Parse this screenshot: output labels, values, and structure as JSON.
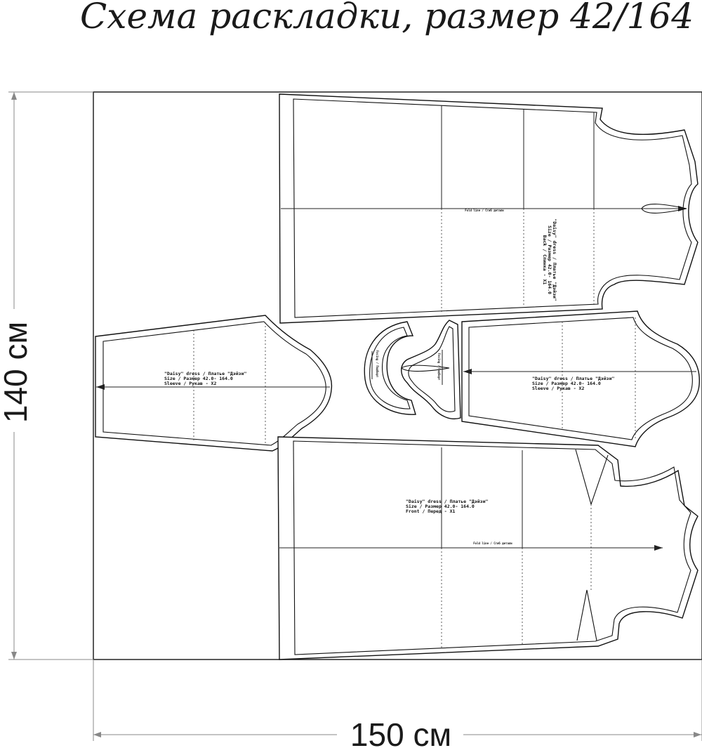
{
  "title": "Схема раскладки, размер 42/164",
  "dimensions": {
    "height_label": "140 см",
    "width_label": "150 см"
  },
  "pieces": {
    "back": {
      "label": [
        "\"Daisy\" dress / Платье \"Дэйзи\"",
        "Size / Размер  42.0- 164.0",
        "Back / Спинка - X1"
      ],
      "fold": "Fold line / Сгиб детали"
    },
    "sleeve_left": {
      "label": [
        "\"Daisy\" dress / Платье \"Дэйзи\"",
        "Size / Размер  42.0- 164.0",
        "Sleeve / Рукав - X2"
      ]
    },
    "sleeve_right": {
      "label": [
        "\"Daisy\" dress / Платье \"Дэйзи\"",
        "Size / Размер  42.0- 164.0",
        "Sleeve / Рукав - X2"
      ]
    },
    "front": {
      "label": [
        "\"Daisy\" dress / Платье \"Дэйзи\"",
        "Size / Размер  42.0- 164.0",
        "Front / Перед - X1"
      ],
      "fold": "Fold line / Сгиб детали"
    },
    "facing_back": {
      "label": "Facing / Подборт"
    },
    "facing_front": {
      "label": "Facing / Подборт"
    }
  }
}
